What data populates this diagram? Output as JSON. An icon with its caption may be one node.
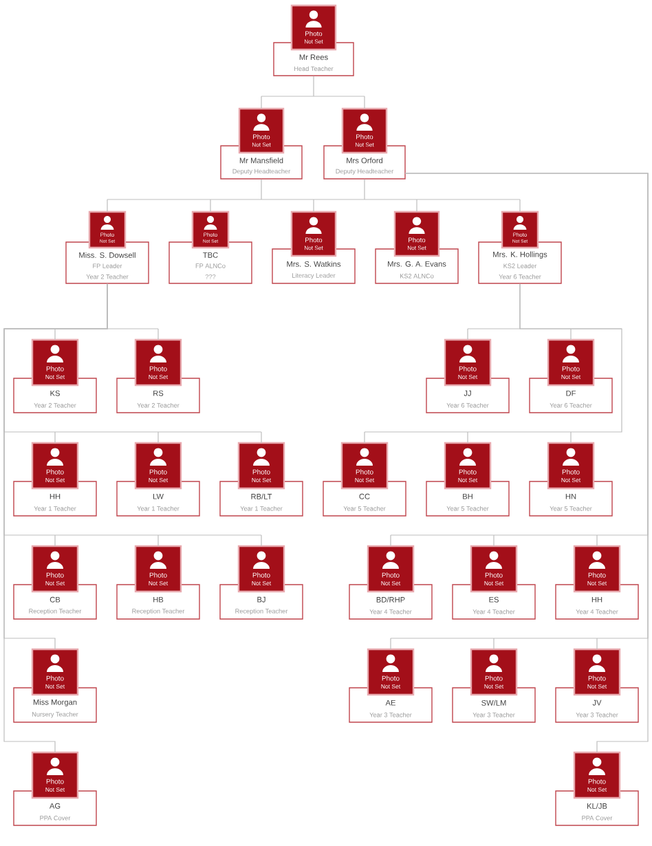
{
  "diagram": {
    "nodes": [
      {
        "text": [
          "Photo",
          "Not Set",
          "Mr Rees",
          "Head Teacher"
        ]
      },
      {
        "text": [
          "Photo",
          "Not Set",
          "Mr Mansfield",
          "Deputy Headteacher"
        ]
      },
      {
        "text": [
          "Photo",
          "Not Set",
          "Mrs Orford",
          "Deputy Headteacher"
        ]
      },
      {
        "text": [
          "Photo",
          "Not Set",
          "Miss. S. Dowsell",
          "FP Leader",
          "Year 2 Teacher"
        ]
      },
      {
        "text": [
          "Photo",
          "Not Set",
          "TBC",
          "FP ALNCo",
          "???"
        ]
      },
      {
        "text": [
          "Photo",
          "Not Set",
          "Mrs. S. Watkins",
          "Literacy Leader"
        ]
      },
      {
        "text": [
          "Photo",
          "Not Set",
          "Mrs. G. A. Evans",
          "KS2 ALNCo"
        ]
      },
      {
        "text": [
          "Photo",
          "Not Set",
          "Mrs. K. Hollings",
          "KS2 Leader",
          "Year 6 Teacher"
        ]
      },
      {
        "text": [
          "Photo",
          "Not Set",
          "KS",
          "Year 2 Teacher"
        ]
      },
      {
        "text": [
          "Photo",
          "Not Set",
          "RS",
          "Year 2 Teacher"
        ]
      },
      {
        "text": [
          "Photo",
          "Not Set",
          "JJ",
          "Year 6 Teacher"
        ]
      },
      {
        "text": [
          "Photo",
          "Not Set",
          "DF",
          "Year 6 Teacher"
        ]
      },
      {
        "text": [
          "Photo",
          "Not Set",
          "HH",
          "Year 1 Teacher"
        ]
      },
      {
        "text": [
          "Photo",
          "Not Set",
          "LW",
          "Year 1 Teacher"
        ]
      },
      {
        "text": [
          "Photo",
          "Not Set",
          "RB/LT",
          "Year 1 Teacher"
        ]
      },
      {
        "text": [
          "Photo",
          "Not Set",
          "CC",
          "Year 5 Teacher"
        ]
      },
      {
        "text": [
          "Photo",
          "Not Set",
          "BH",
          "Year 5 Teacher"
        ]
      },
      {
        "text": [
          "Photo",
          "Not Set",
          "HN",
          "Year 5 Teacher"
        ]
      },
      {
        "text": [
          "Photo",
          "Not Set",
          "CB",
          "Reception Teacher"
        ]
      },
      {
        "text": [
          "Photo",
          "Not Set",
          "HB",
          "Reception Teacher"
        ]
      },
      {
        "text": [
          "Photo",
          "Not Set",
          "BJ",
          "Reception Teacher"
        ]
      },
      {
        "text": [
          "Photo",
          "Not Set",
          "BD/RHP",
          "Year 4 Teacher"
        ]
      },
      {
        "text": [
          "Photo",
          "Not Set",
          "ES",
          "Year 4 Teacher"
        ]
      },
      {
        "text": [
          "Photo",
          "Not Set",
          "HH",
          "Year 4 Teacher"
        ]
      },
      {
        "text": [
          "Photo",
          "Not Set",
          "Miss Morgan",
          "Nursery Teacher"
        ]
      },
      {
        "text": [
          "Photo",
          "Not Set",
          "AE",
          "Year 3 Teacher"
        ]
      },
      {
        "text": [
          "Photo",
          "Not Set",
          "SW/LM",
          "Year 3 Teacher"
        ]
      },
      {
        "text": [
          "Photo",
          "Not Set",
          "JV",
          "Year 3 Teacher"
        ]
      },
      {
        "text": [
          "Photo",
          "Not Set",
          "AG",
          "PPA Cover"
        ]
      },
      {
        "text": [
          "Photo",
          "Not Set",
          "KL/JB",
          "PPA Cover"
        ]
      }
    ],
    "edges": [
      {
        "from": 0,
        "to": 1,
        "arrow": "none"
      },
      {
        "from": 0,
        "to": 2,
        "arrow": "none"
      },
      {
        "from": 1,
        "to": 3,
        "arrow": "none"
      },
      {
        "from": 1,
        "to": 4,
        "arrow": "none"
      },
      {
        "from": 1,
        "to": 5,
        "arrow": "none"
      },
      {
        "from": 1,
        "to": 6,
        "arrow": "none"
      },
      {
        "from": 1,
        "to": 7,
        "arrow": "none"
      },
      {
        "from": 2,
        "to": 3,
        "arrow": "none"
      },
      {
        "from": 2,
        "to": 4,
        "arrow": "none"
      },
      {
        "from": 2,
        "to": 5,
        "arrow": "none"
      },
      {
        "from": 2,
        "to": 6,
        "arrow": "none"
      },
      {
        "from": 2,
        "to": 7,
        "arrow": "none"
      },
      {
        "from": 3,
        "to": 8,
        "arrow": "none"
      },
      {
        "from": 3,
        "to": 9,
        "arrow": "none"
      },
      {
        "from": 3,
        "to": 12,
        "arrow": "none"
      },
      {
        "from": 3,
        "to": 13,
        "arrow": "none"
      },
      {
        "from": 3,
        "to": 14,
        "arrow": "none"
      },
      {
        "from": 3,
        "to": 18,
        "arrow": "none"
      },
      {
        "from": 3,
        "to": 19,
        "arrow": "none"
      },
      {
        "from": 3,
        "to": 20,
        "arrow": "none"
      },
      {
        "from": 3,
        "to": 24,
        "arrow": "none"
      },
      {
        "from": 3,
        "to": 28,
        "arrow": "none"
      },
      {
        "from": 7,
        "to": 10,
        "arrow": "none"
      },
      {
        "from": 7,
        "to": 11,
        "arrow": "none"
      },
      {
        "from": 7,
        "to": 15,
        "arrow": "none"
      },
      {
        "from": 7,
        "to": 16,
        "arrow": "none"
      },
      {
        "from": 7,
        "to": 17,
        "arrow": "none"
      },
      {
        "from": 2,
        "to": 21,
        "arrow": "none"
      },
      {
        "from": 2,
        "to": 22,
        "arrow": "none"
      },
      {
        "from": 2,
        "to": 23,
        "arrow": "none"
      },
      {
        "from": 2,
        "to": 25,
        "arrow": "none"
      },
      {
        "from": 2,
        "to": 26,
        "arrow": "none"
      },
      {
        "from": 2,
        "to": 27,
        "arrow": "none"
      },
      {
        "from": 2,
        "to": 29,
        "arrow": "none"
      }
    ]
  }
}
